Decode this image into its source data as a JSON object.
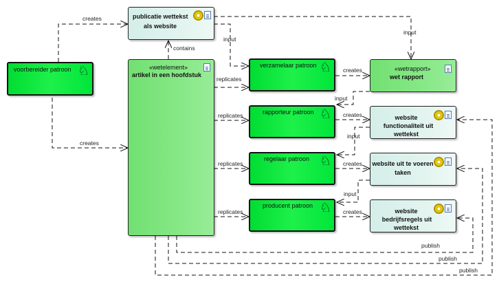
{
  "nodes": {
    "voorbereider": {
      "title": "voorbereider patroon",
      "icon": "chess-knight-icon"
    },
    "publicatie": {
      "title_line1": "publicatie wettekst",
      "title_line2": "als website",
      "icons": [
        "gear-icon",
        "document-icon"
      ]
    },
    "artikel": {
      "stereotype": "«wetelement»",
      "title": "artikel in een hoofdstuk",
      "icon": "document-icon"
    },
    "verzamelaar": {
      "title": "verzamelaar patroon",
      "icon": "chess-knight-icon"
    },
    "rapporteur": {
      "title": "rapporteur patroon",
      "icon": "chess-knight-icon"
    },
    "regelaar": {
      "title": "regelaar patroon",
      "icon": "chess-knight-icon"
    },
    "producent": {
      "title": "producent patroon",
      "icon": "chess-knight-icon"
    },
    "wetrapport": {
      "stereotype": "«wetrapport»",
      "title": "wet rapport",
      "icon": "document-icon"
    },
    "functionaliteit": {
      "title_line1": "website",
      "title_line2": "functionaliteit uit",
      "title_line3": "wettekst",
      "icons": [
        "gear-icon",
        "document-icon"
      ]
    },
    "taken": {
      "title_line1": "website uit te voeren",
      "title_line2": "taken",
      "icons": [
        "gear-icon",
        "document-icon"
      ]
    },
    "bedrijfsregels": {
      "title_line1": "website",
      "title_line2": "bedrijfsregels uit",
      "title_line3": "wettekst",
      "icons": [
        "gear-icon",
        "document-icon"
      ]
    }
  },
  "edges": {
    "creates_publicatie": "creates",
    "creates_artikel": "creates",
    "contains": "contains",
    "input_verzamelaar": "input",
    "input_wetrapport": "input",
    "replicates_verzamelaar": "replicates",
    "replicates_rapporteur": "replicates",
    "replicates_regelaar": "replicates",
    "replicates_producent": "replicates",
    "creates_wetrapport": "creates",
    "creates_functionaliteit": "creates",
    "creates_taken": "creates",
    "creates_bedrijfsregels": "creates",
    "input_rapporteur": "input",
    "input_regelaar": "input",
    "input_producent": "input",
    "publish_bedrijfsregels": "publish",
    "publish_taken": "publish",
    "publish_functionaliteit": "publish"
  }
}
